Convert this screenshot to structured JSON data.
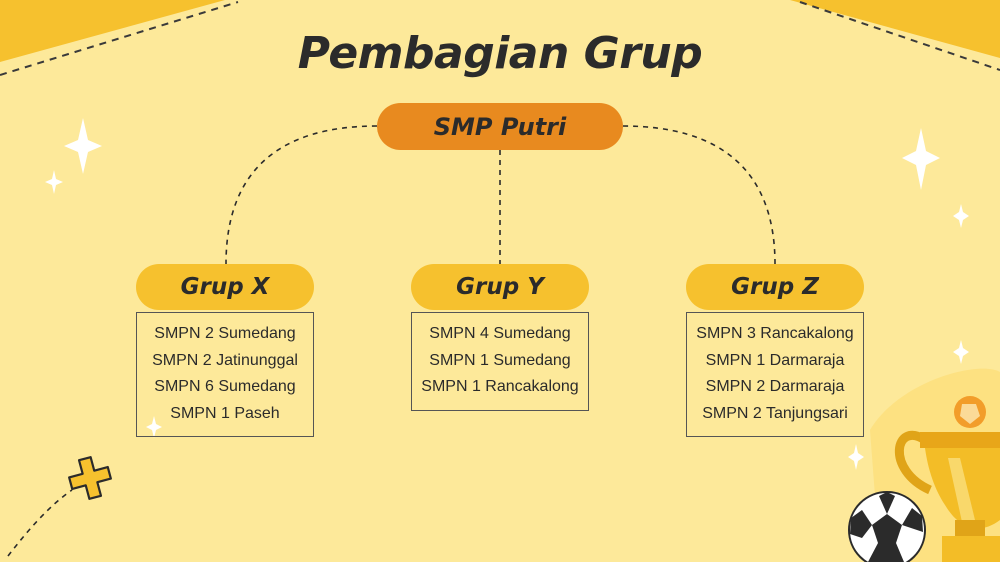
{
  "title": "Pembagian Grup",
  "root": {
    "label": "SMP Putri"
  },
  "groups": [
    {
      "name": "Grup X",
      "teams": [
        "SMPN 2 Sumedang",
        "SMPN 2 Jatinunggal",
        "SMPN 6 Sumedang",
        "SMPN 1 Paseh"
      ]
    },
    {
      "name": "Grup Y",
      "teams": [
        "SMPN 4 Sumedang",
        "SMPN 1 Sumedang",
        "SMPN 1 Rancakalong"
      ]
    },
    {
      "name": "Grup Z",
      "teams": [
        "SMPN 3 Rancakalong",
        "SMPN 1 Darmaraja",
        "SMPN 2 Darmaraja",
        "SMPN 2 Tanjungsari"
      ]
    }
  ],
  "colors": {
    "background": "#fde99a",
    "root_pill": "#e88a1f",
    "group_pill": "#f6c12e",
    "text": "#2b2b2b"
  },
  "decorations": [
    "sparkle-icon",
    "plus-icon",
    "trophy-icon",
    "soccer-ball-icon"
  ]
}
